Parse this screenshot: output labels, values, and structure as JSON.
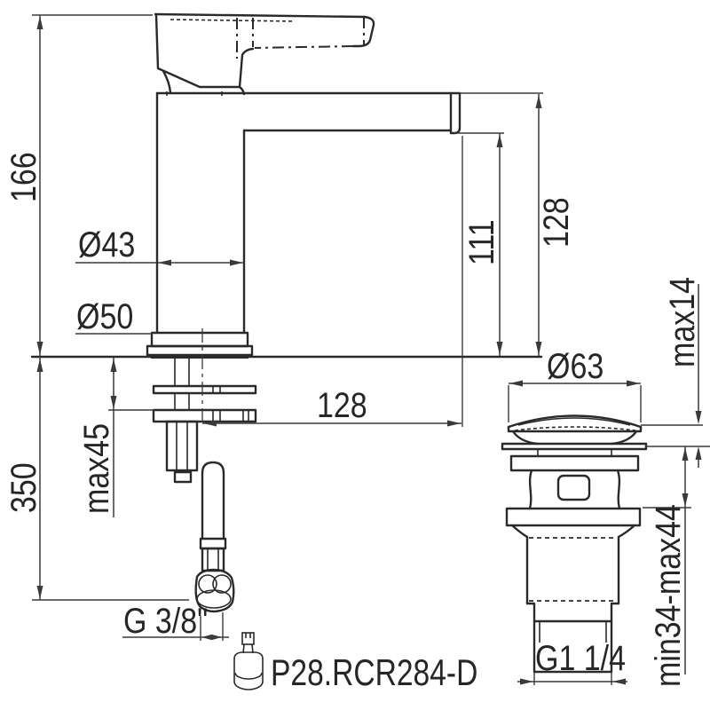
{
  "colors": {
    "line": "#2a2a2a",
    "dim_line": "#3a3a3a",
    "background": "#ffffff"
  },
  "product_code": "P28.RCR284-D",
  "faucet_dims": {
    "total_height": "166",
    "spout_top_height": "128",
    "spout_underside_height": "111",
    "body_diameter": "Ø43",
    "base_diameter": "Ø50",
    "spout_projection": "128",
    "max_counter_thickness": "max45",
    "supply_hose_length": "350",
    "supply_thread": "G 3/8\""
  },
  "drain_dims": {
    "cap_diameter": "Ø63",
    "cap_above_counter": "max14",
    "clamping_range": "min34-max44",
    "outlet_thread": "G1 1/4"
  }
}
